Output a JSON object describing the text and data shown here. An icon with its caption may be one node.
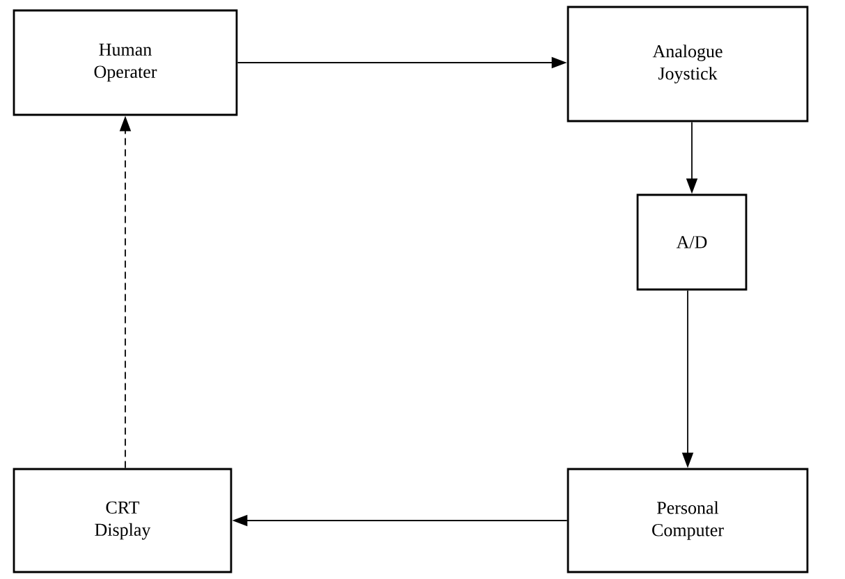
{
  "diagram": {
    "nodes": [
      {
        "text": [
          "Human Operater"
        ]
      },
      {
        "text": [
          "Analogue Joystick"
        ]
      },
      {
        "text": [
          "A/D"
        ]
      },
      {
        "text": [
          "Personal Computer"
        ]
      },
      {
        "text": [
          "CRT Display"
        ]
      }
    ],
    "edges": [
      {
        "from": 0,
        "to": 1,
        "arrow": "to"
      },
      {
        "from": 1,
        "to": 2,
        "arrow": "to"
      },
      {
        "from": 2,
        "to": 3,
        "arrow": "to"
      },
      {
        "from": 3,
        "to": 4,
        "arrow": "to"
      },
      {
        "from": 4,
        "to": 0,
        "arrow": "to",
        "style": "dashed"
      }
    ]
  }
}
